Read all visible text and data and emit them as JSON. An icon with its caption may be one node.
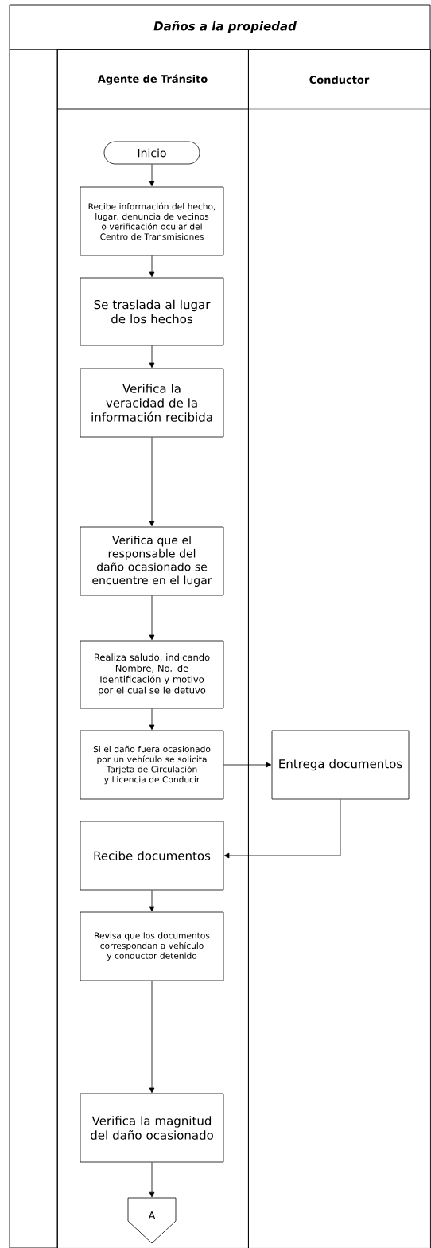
{
  "diagram": {
    "title": "Daños a la propiedad",
    "nodes": [
      {
        "text": [
          "Agente de Tránsito"
        ]
      },
      {
        "text": [
          "Conductor"
        ]
      },
      {
        "text": [
          "Inicio"
        ],
        "in": 0
      },
      {
        "text": [
          "Recibe información del hecho, lugar, denuncia de vecinos o verificación ocular del Centro de Transmisiones"
        ],
        "in": 0
      },
      {
        "text": [
          "Se traslada al lugar de los hechos"
        ],
        "in": 0
      },
      {
        "text": [
          "Verifica la veracidad de la información recibida"
        ],
        "in": 0
      },
      {
        "text": [
          "Verifica que el responsable del daño ocasionado se encuentre en el lugar"
        ],
        "in": 0
      },
      {
        "text": [
          "Realiza saludo, indicando Nombre, No. de Identificación y motivo por el cual se le detuvo"
        ],
        "in": 0
      },
      {
        "text": [
          "Si el daño fuera ocasionado por un vehículo se solicita Tarjeta de Circulación y Licencia de Conducir"
        ],
        "in": 0
      },
      {
        "text": [
          "Entrega documentos"
        ],
        "in": 1
      },
      {
        "text": [
          "Recibe documentos"
        ],
        "in": 0
      },
      {
        "text": [
          "Revisa que los documentos correspondan a vehículo y conductor detenido"
        ],
        "in": 0
      },
      {
        "text": [
          "Verifica la magnitud del daño ocasionado"
        ],
        "in": 0
      },
      {
        "text": [
          "A"
        ],
        "in": 0
      }
    ],
    "edges": [
      {
        "from": 2,
        "to": 3,
        "arrow": "to"
      },
      {
        "from": 3,
        "to": 4,
        "arrow": "to"
      },
      {
        "from": 4,
        "to": 5,
        "arrow": "to"
      },
      {
        "from": 5,
        "to": 6,
        "arrow": "to"
      },
      {
        "from": 6,
        "to": 7,
        "arrow": "to"
      },
      {
        "from": 7,
        "to": 8,
        "arrow": "to"
      },
      {
        "from": 8,
        "to": 9,
        "arrow": "to"
      },
      {
        "from": 9,
        "to": 10,
        "arrow": "to"
      },
      {
        "from": 10,
        "to": 11,
        "arrow": "to"
      },
      {
        "from": 11,
        "to": 12,
        "arrow": "to"
      },
      {
        "from": 12,
        "to": 13,
        "arrow": "to"
      }
    ]
  }
}
